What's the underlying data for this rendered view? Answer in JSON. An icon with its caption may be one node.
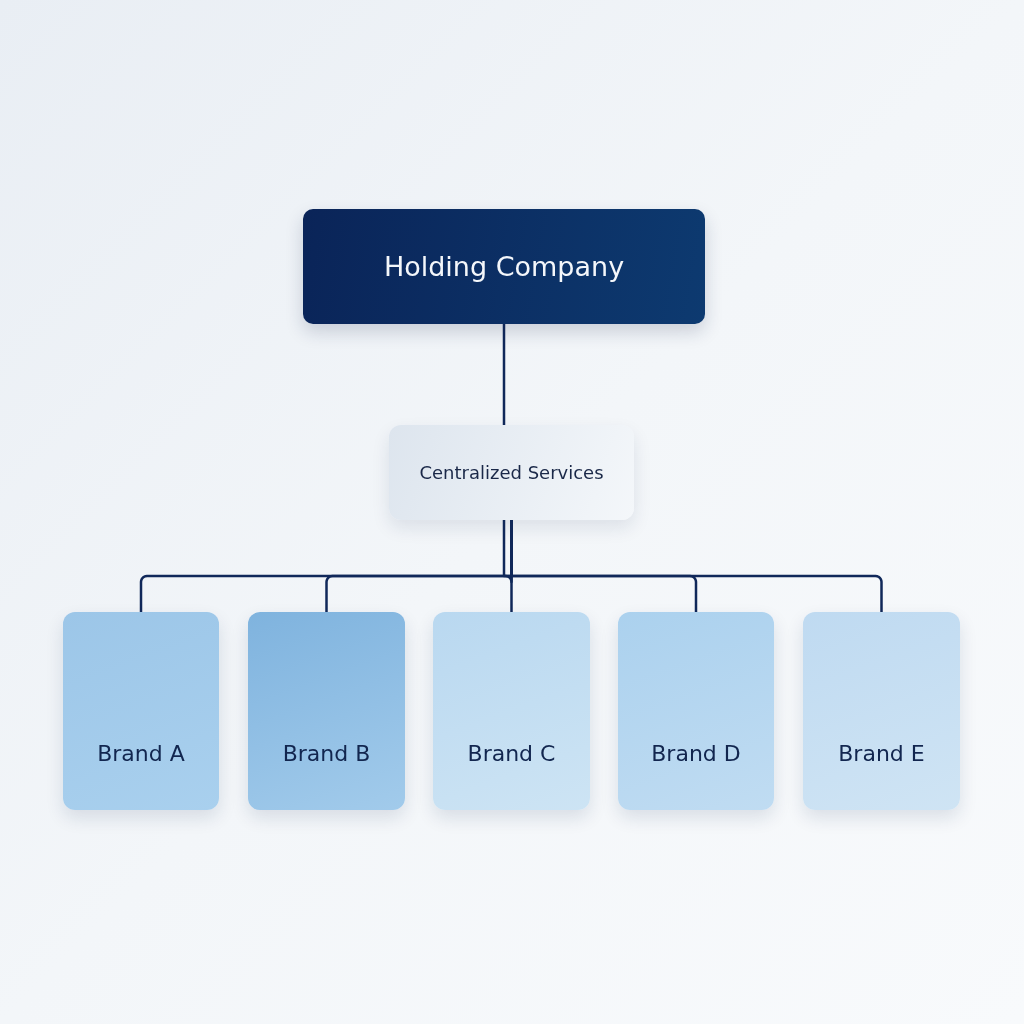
{
  "diagram": {
    "nodes": [
      {
        "text": [
          "Holding Company"
        ]
      },
      {
        "text": [
          "Centralized Services"
        ]
      },
      {
        "text": [
          "Brand A"
        ]
      },
      {
        "text": [
          "Brand B"
        ]
      },
      {
        "text": [
          "Brand C"
        ]
      },
      {
        "text": [
          "Brand D"
        ]
      },
      {
        "text": [
          "Brand E"
        ]
      }
    ],
    "edges": [
      {
        "from": 0,
        "to": 1,
        "arrow": "none"
      },
      {
        "from": 1,
        "to": 2,
        "arrow": "none"
      },
      {
        "from": 1,
        "to": 3,
        "arrow": "none"
      },
      {
        "from": 1,
        "to": 4,
        "arrow": "none"
      },
      {
        "from": 1,
        "to": 5,
        "arrow": "none"
      },
      {
        "from": 1,
        "to": 6,
        "arrow": "none"
      }
    ]
  }
}
